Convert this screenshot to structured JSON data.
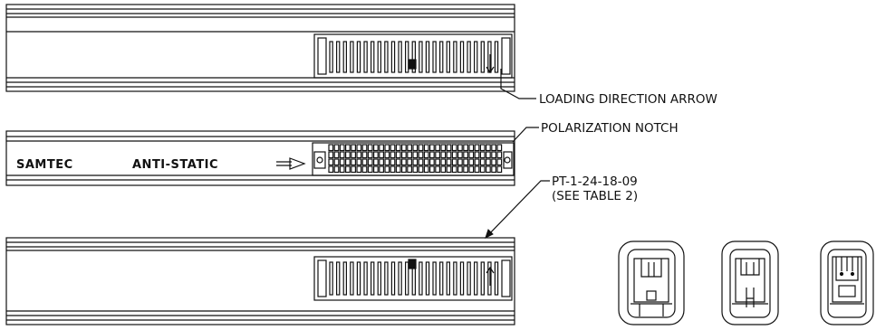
{
  "tube_marking": {
    "brand": "SAMTEC",
    "warning": "ANTI-STATIC"
  },
  "callouts": {
    "loading_arrow": "LOADING DIRECTION ARROW",
    "polarization": "POLARIZATION NOTCH",
    "part_number": "PT-1-24-18-09",
    "table_ref": "(SEE TABLE 2)"
  }
}
